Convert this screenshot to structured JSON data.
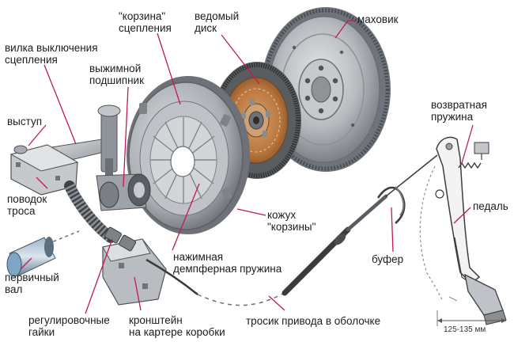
{
  "labels": {
    "flywheel": "маховик",
    "driven_disc": "ведомый\nдиск",
    "basket": "\"корзина\"\nсцепления",
    "release_fork": "вилка выключения\nсцепления",
    "release_bearing": "выжимной\nподшипник",
    "protrusion": "выступ",
    "cable_leash": "поводок\nтроса",
    "input_shaft": "первичный\nвал",
    "adjusting_nuts": "регулировочные\nгайки",
    "gearbox_bracket": "кронштейн\nна картере коробки",
    "damper_spring": "нажимная\nдемпферная пружина",
    "basket_cover": "кожух\n\"корзины\"",
    "buffer": "буфер",
    "return_spring": "возвратная\nпружина",
    "pedal": "педаль",
    "sheathed_cable": "тросик привода в оболочке",
    "pedal_travel": "125-135 мм"
  },
  "colors": {
    "leader_line": "#c2185b",
    "metal_dark": "#5f646b",
    "metal_light": "#c9ccd0",
    "friction_lining": "#c8874a",
    "cable": "#3b3b3b"
  }
}
